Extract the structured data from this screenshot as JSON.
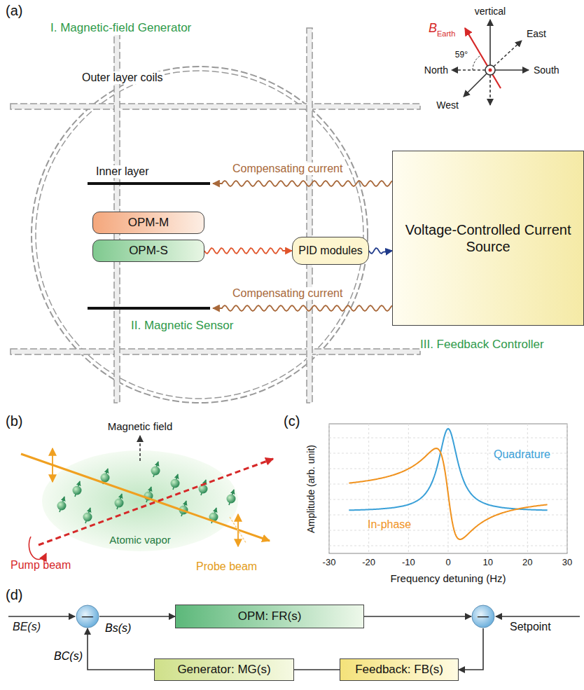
{
  "diagram": {
    "nodes": [
      {
        "text": [
          "OPM-M"
        ]
      },
      {
        "text": [
          "OPM-S"
        ]
      },
      {
        "text": [
          "PID modules"
        ]
      },
      {
        "text": [
          "Voltage-Controlled Current Source"
        ]
      },
      {
        "text": [
          "—"
        ]
      },
      {
        "text": [
          "OPM: FR(s)"
        ]
      },
      {
        "text": [
          "—"
        ]
      },
      {
        "text": [
          "Feedback: FB(s)"
        ]
      },
      {
        "text": [
          "Generator: MG(s)"
        ]
      }
    ],
    "edges": [
      {
        "from": 1,
        "to": 2,
        "arrow": "to"
      },
      {
        "from": 2,
        "to": 3,
        "arrow": "to"
      },
      {
        "from": 4,
        "to": 5,
        "label": "Bs(s)",
        "arrow": "to"
      },
      {
        "from": 5,
        "to": 6,
        "arrow": "to"
      },
      {
        "from": 6,
        "to": 7,
        "arrow": "to"
      },
      {
        "from": 7,
        "to": 8,
        "arrow": "to"
      },
      {
        "from": 8,
        "to": 4,
        "label": "BC(s)",
        "arrow": "to"
      }
    ],
    "labels": [
      "(a)",
      "I. Magnetic-field Generator",
      "Outer layer coils",
      "Inner layer",
      "Compensating current",
      "Compensating current",
      "II. Magnetic Sensor",
      "III. Feedback Controller",
      "B",
      "Earth",
      "vertical",
      "East",
      "North",
      "South",
      "West",
      "59°",
      "(b)",
      "Magnetic field",
      "Atomic vapor",
      "Pump beam",
      "Probe beam",
      "(c)",
      "Amplitude (arb. unit)",
      "Quadrature",
      "In-phase",
      "Frequency detuning (Hz)",
      "-30",
      "-20",
      "-10",
      "0",
      "10",
      "20",
      "30",
      "(d)",
      "BE(s)",
      "Setpoint"
    ]
  }
}
